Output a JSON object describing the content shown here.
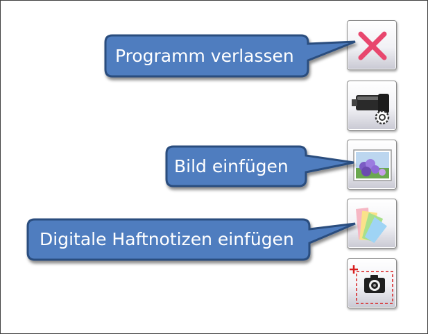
{
  "toolbar": {
    "buttons": [
      {
        "id": "exit",
        "icon": "close-x-icon"
      },
      {
        "id": "camera-settings",
        "icon": "camera-gear-icon"
      },
      {
        "id": "insert-image",
        "icon": "landscape-picture-icon"
      },
      {
        "id": "sticky-notes",
        "icon": "sticky-notes-icon"
      },
      {
        "id": "screen-capture",
        "icon": "camera-capture-area-icon"
      }
    ]
  },
  "callouts": {
    "exit": {
      "label": "Programm verlassen"
    },
    "insert_image": {
      "label": "Bild einfügen"
    },
    "sticky_notes": {
      "label": "Digitale Haftnotizen einfügen"
    }
  },
  "colors": {
    "callout_fill": "#4f7dbf",
    "callout_border": "#2c4d7e",
    "close_icon": "#e8476e",
    "capture_red": "#d81e1e"
  }
}
